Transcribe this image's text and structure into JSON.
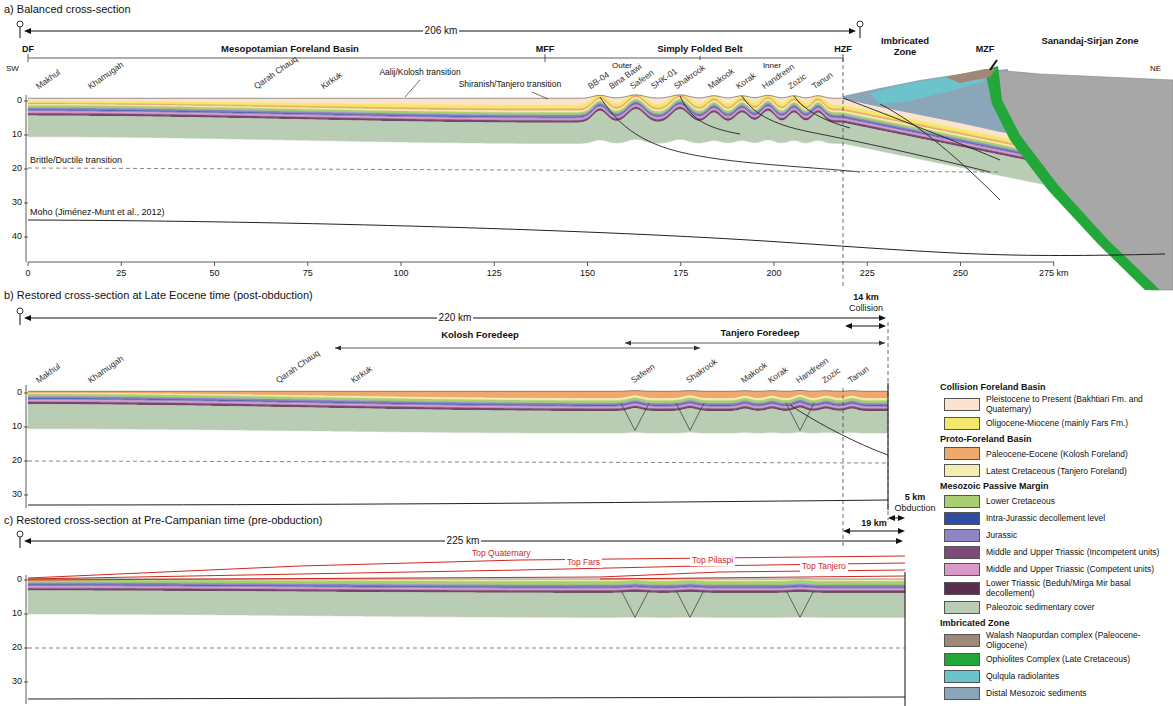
{
  "diagram": {
    "labels": [
      "a) Balanced cross-section",
      "206 km",
      "SW",
      "DF",
      "Mesopotamian Foreland Basin",
      "MFF",
      "Outer",
      "Simply Folded Belt",
      "Inner",
      "HZF",
      "Imbricated Zone",
      "MZF",
      "Sanandaj-Sirjan Zone",
      "NE",
      "Makhul",
      "Khamugah",
      "Qarah Chauq",
      "Kirkuk",
      "Aalij/Kolosh transition",
      "Shiranish/Tanjero transition",
      "BB-04",
      "Bina Bawi",
      "Safeen",
      "SHK-01",
      "Shakrook",
      "Makook",
      "Korak",
      "Handreen",
      "Zozic",
      "Tanun",
      "Brittle/Ductile transition",
      "Moho (Jiménez-Munt et al., 2012)",
      "0",
      "10",
      "20",
      "30",
      "40",
      "0",
      "25",
      "50",
      "75",
      "100",
      "125",
      "150",
      "175",
      "200",
      "225",
      "250",
      "275 km",
      "b) Restored cross-section at Late Eocene time (post-obduction)",
      "220 km",
      "14 km",
      "Collision",
      "Kolosh Foredeep",
      "Tanjero Foredeep",
      "Makhul",
      "Khamugah",
      "Qarah Chauq",
      "Kirkuk",
      "Safeen",
      "Shakrook",
      "Makook",
      "Korak",
      "Handreen",
      "Zozic",
      "Tanun",
      "0",
      "10",
      "20",
      "30",
      "5 km",
      "Obduction",
      "c) Restored cross-section at Pre-Campanian time (pre-obduction)",
      "19 km",
      "225 km",
      "Top Quaternary",
      "Top Fars",
      "Top Pilaspi",
      "Top Tanjero",
      "0",
      "10",
      "20",
      "30",
      "Collision Foreland Basin",
      "Proto-Foreland Basin",
      "Mesozoic Passive Margin",
      "Imbricated Zone"
    ],
    "legend": [
      {
        "text": "Pleistocene to Present (Bakhtiari Fm. and Quaternary)",
        "color": "#fbe3cf"
      },
      {
        "text": "Oligocene-Miocene (mainly Fars Fm.)",
        "color": "#f2e86a"
      },
      {
        "text": "Paleocene-Eocene (Kolosh Foreland)",
        "color": "#f0a96a"
      },
      {
        "text": "Latest Cretaceous (Tanjero Foreland)",
        "color": "#f4eeb0"
      },
      {
        "text": "Lower Cretaceous",
        "color": "#a9cf70"
      },
      {
        "text": "Intra-Jurassic decollement level",
        "color": "#2f4ea3"
      },
      {
        "text": "Jurassic",
        "color": "#8e86c4"
      },
      {
        "text": "Middle and Upper Triassic (Incompetent units)",
        "color": "#7e4a7a"
      },
      {
        "text": "Middle and Upper Triassic (Competent units)",
        "color": "#d999c8"
      },
      {
        "text": "Lower Triassic (Beduh/Mirga Mir basal decollement)",
        "color": "#5a2e4e"
      },
      {
        "text": "Paleozoic sedimentary cover",
        "color": "#b9cdb4"
      },
      {
        "text": "Walash Naopurdan complex (Paleocene-Oligocene)",
        "color": "#a08878"
      },
      {
        "text": "Ophiolites Complex (Late Cretaceous)",
        "color": "#22a83a"
      },
      {
        "text": "Qulqula radiolarites",
        "color": "#6cc3cc"
      },
      {
        "text": "Distal Mesozoic sediments",
        "color": "#8ba6b8"
      }
    ]
  }
}
